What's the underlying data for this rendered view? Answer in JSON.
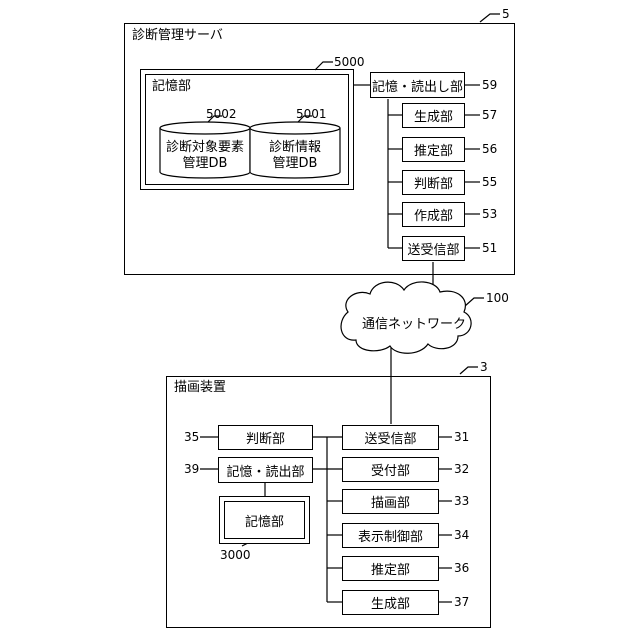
{
  "server": {
    "ref": "5",
    "title": "診断管理サーバ",
    "storage": {
      "ref": "5000",
      "title": "記憶部",
      "db1": {
        "ref": "5002",
        "label": "診断対象要素\n管理DB"
      },
      "db2": {
        "ref": "5001",
        "label": "診断情報\n管理DB"
      }
    },
    "units": [
      {
        "label": "記憶・読出し部",
        "ref": "59"
      },
      {
        "label": "生成部",
        "ref": "57"
      },
      {
        "label": "推定部",
        "ref": "56"
      },
      {
        "label": "判断部",
        "ref": "55"
      },
      {
        "label": "作成部",
        "ref": "53"
      },
      {
        "label": "送受信部",
        "ref": "51"
      }
    ]
  },
  "network": {
    "label": "通信ネットワーク",
    "ref": "100"
  },
  "device": {
    "ref": "3",
    "title": "描画装置",
    "left_units": [
      {
        "label": "判断部",
        "ref": "35"
      },
      {
        "label": "記憶・読出部",
        "ref": "39"
      }
    ],
    "storage": {
      "label": "記憶部",
      "ref": "3000"
    },
    "right_units": [
      {
        "label": "送受信部",
        "ref": "31"
      },
      {
        "label": "受付部",
        "ref": "32"
      },
      {
        "label": "描画部",
        "ref": "33"
      },
      {
        "label": "表示制御部",
        "ref": "34"
      },
      {
        "label": "推定部",
        "ref": "36"
      },
      {
        "label": "生成部",
        "ref": "37"
      }
    ]
  }
}
